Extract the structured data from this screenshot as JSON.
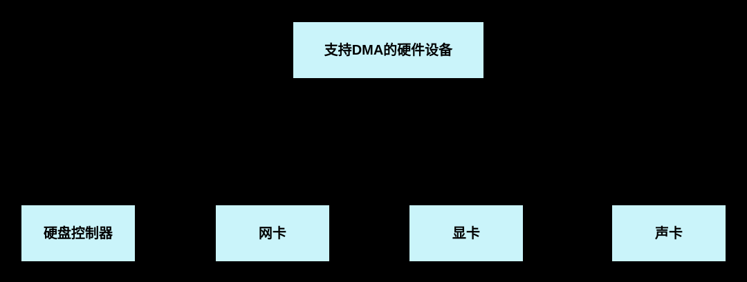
{
  "diagram": {
    "type": "tree",
    "colors": {
      "background": "#000000",
      "node_fill": "#CAF4FA",
      "node_border": "#000000",
      "node_text": "#000000"
    },
    "root": {
      "label": "支持DMA的硬件设备"
    },
    "children": [
      {
        "label": "硬盘控制器"
      },
      {
        "label": "网卡"
      },
      {
        "label": "显卡"
      },
      {
        "label": "声卡"
      }
    ]
  }
}
